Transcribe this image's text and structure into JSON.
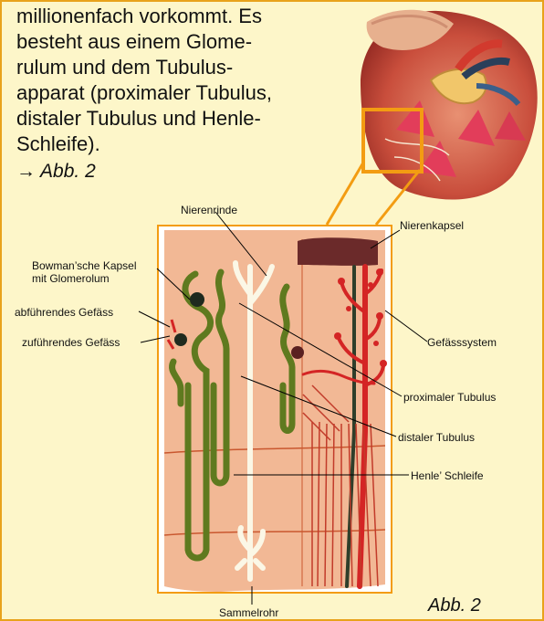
{
  "text": {
    "line1": "millionenfach vorkommt. Es",
    "line2": "besteht aus einem Glome-",
    "line3": "rulum und dem Tubulus-",
    "line4": "apparat (proximaler Tubulus,",
    "line5": "distaler Tubulus und Henle-",
    "line6": "Schleife).",
    "ref": "→ Abb. 2"
  },
  "labels": {
    "nierenrinde": "Nierenrinde",
    "nierenkapsel": "Nierenkapsel",
    "bowman1": "Bowman’sche Kapsel",
    "bowman2": "mit  Glomerolum",
    "abfuehrend": "abführendes Gefäss",
    "zufuehrend": "zuführendes Gefäss",
    "gefaesssystem": "Gefässsystem",
    "proximal": "proximaler Tubulus",
    "distal": "distaler Tubulus",
    "henle": "Henle’ Schleife",
    "sammelrohr": "Sammelrohr"
  },
  "caption": "Abb. 2",
  "colors": {
    "background": "#fdf6c9",
    "frame": "#e8a21b",
    "model_tissue": "#f2b895",
    "tubule": "#5f7a1f",
    "vessel": "#d42525",
    "duct": "#fbf7e6"
  }
}
